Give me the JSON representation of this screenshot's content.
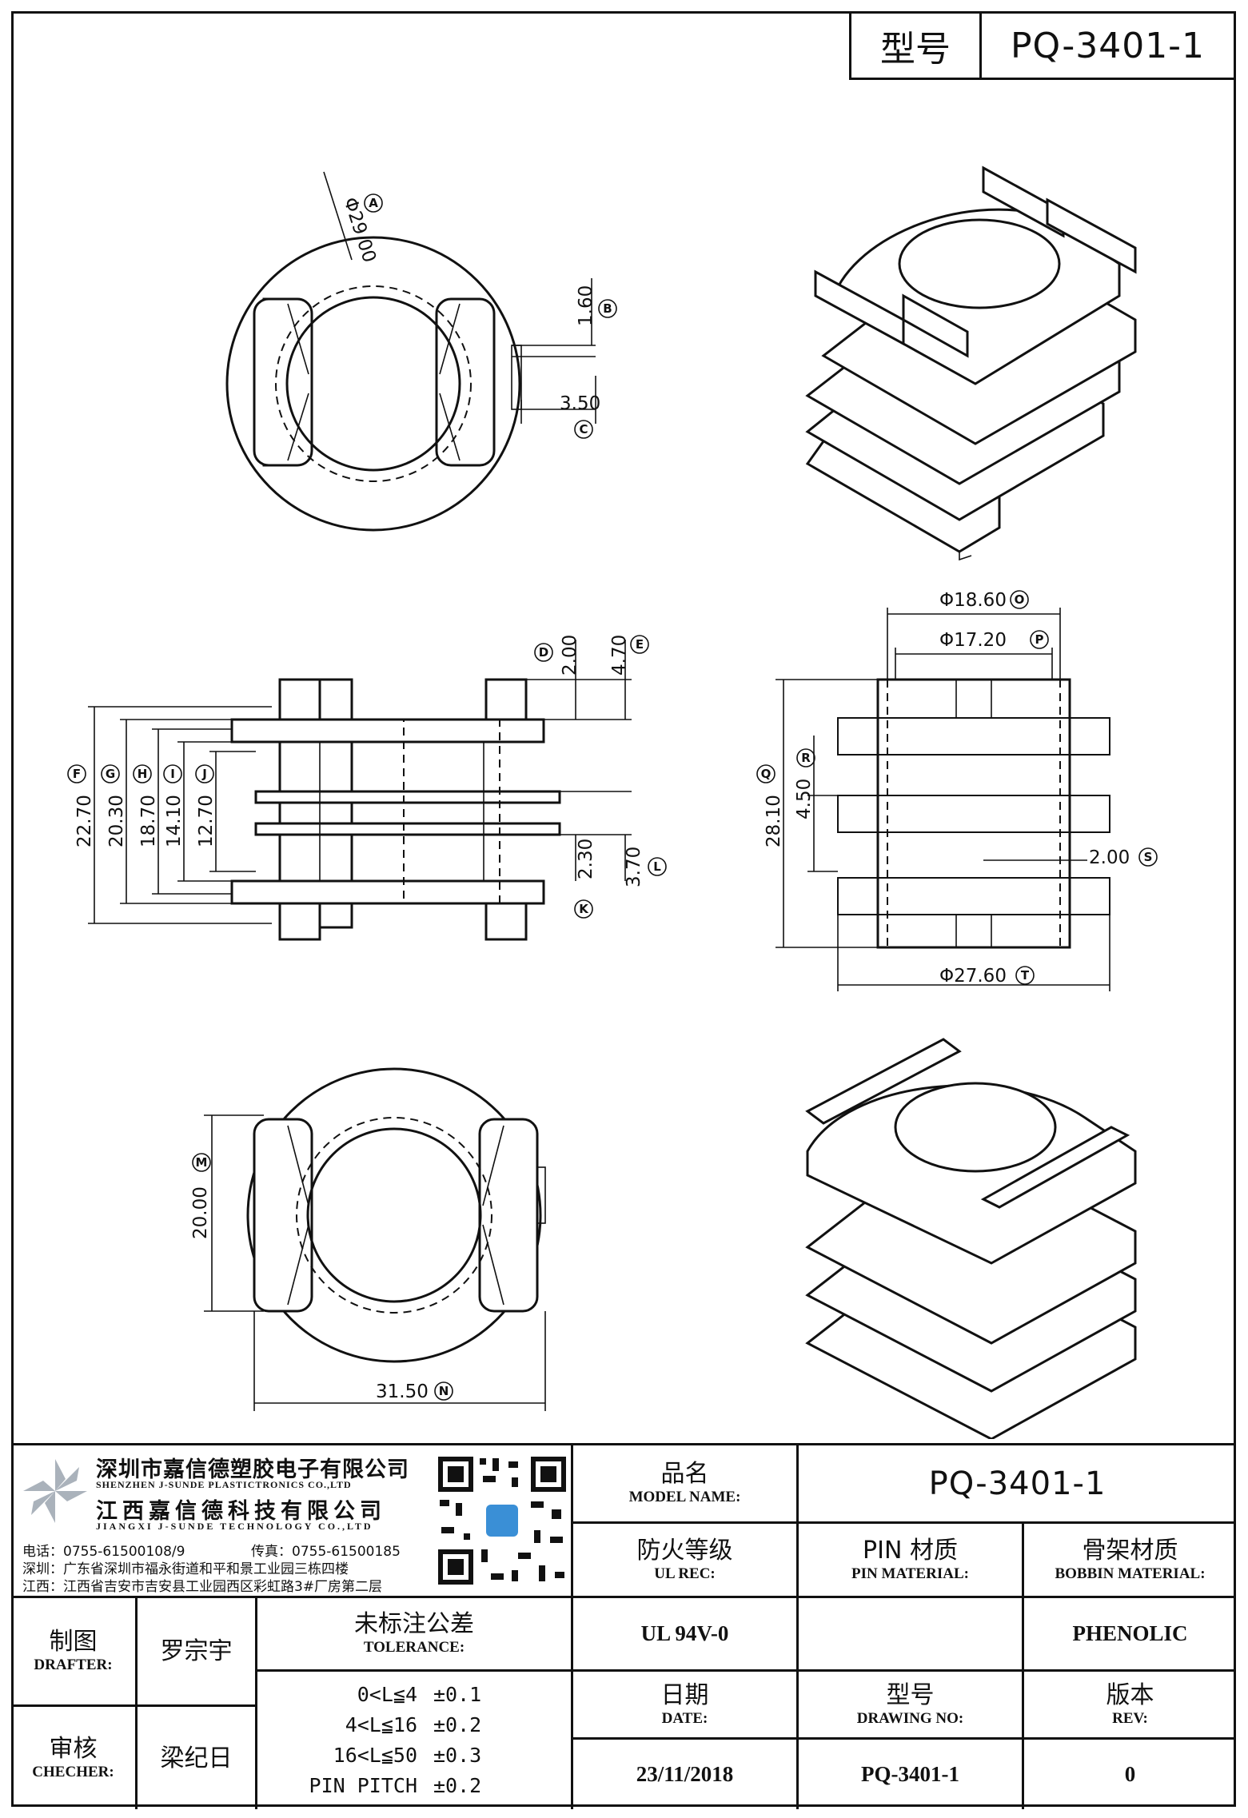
{
  "header": {
    "label": "型号",
    "value": "PQ-3401-1"
  },
  "dims": {
    "A": {
      "text": "Φ29.00",
      "letter": "A"
    },
    "B": {
      "text": "1.60",
      "letter": "B"
    },
    "C": {
      "text": "3.50",
      "letter": "C"
    },
    "D": {
      "text": "2.00",
      "letter": "D"
    },
    "E": {
      "text": "4.70",
      "letter": "E"
    },
    "F": {
      "text": "22.70",
      "letter": "F"
    },
    "G": {
      "text": "20.30",
      "letter": "G"
    },
    "H": {
      "text": "18.70",
      "letter": "H"
    },
    "I": {
      "text": "14.10",
      "letter": "I"
    },
    "J": {
      "text": "12.70",
      "letter": "J"
    },
    "K": {
      "text": "2.30",
      "letter": "K"
    },
    "L": {
      "text": "3.70",
      "letter": "L"
    },
    "M": {
      "text": "20.00",
      "letter": "M"
    },
    "N": {
      "text": "31.50",
      "letter": "N"
    },
    "O": {
      "text": "Φ18.60",
      "letter": "O"
    },
    "P": {
      "text": "Φ17.20",
      "letter": "P"
    },
    "Q": {
      "text": "28.10",
      "letter": "Q"
    },
    "R": {
      "text": "4.50",
      "letter": "R"
    },
    "S": {
      "text": "2.00",
      "letter": "S"
    },
    "T": {
      "text": "Φ27.60",
      "letter": "T"
    }
  },
  "company": {
    "name_sz": "深圳市嘉信德塑胶电子有限公司",
    "name_sz_en": "SHENZHEN J-SUNDE PLASTICTRONICS CO.,LTD",
    "name_jx": "江西嘉信德科技有限公司",
    "name_jx_en": "JIANGXI J-SUNDE TECHNOLOGY CO.,LTD",
    "phone": "电话：0755-61500108/9",
    "fax": "传真：0755-61500185",
    "addr_sz": "深圳：广东省深圳市福永街道和平和景工业园三栋四楼",
    "addr_jx": "江西：江西省吉安市吉安县工业园西区彩虹路3#厂房第二层"
  },
  "titleblock": {
    "model_zh": "品名",
    "model_en": "MODEL NAME:",
    "model_value": "PQ-3401-1",
    "ul_zh": "防火等级",
    "ul_en": "UL REC:",
    "ul_value": "UL 94V-0",
    "pin_zh": "PIN 材质",
    "pin_en": "PIN MATERIAL:",
    "pin_value": "",
    "bobbin_zh": "骨架材质",
    "bobbin_en": "BOBBIN MATERIAL:",
    "bobbin_value": "PHENOLIC",
    "drafter_zh": "制图",
    "drafter_en": "DRAFTER:",
    "drafter_value": "罗宗宇",
    "checker_zh": "审核",
    "checker_en": "CHECHER:",
    "checker_value": "梁纪日",
    "tol_zh": "未标注公差",
    "tol_en": "TOLERANCE:",
    "tol_rows": [
      {
        "range": "0<L≦4",
        "value": "±0.1"
      },
      {
        "range": "4<L≦16",
        "value": "±0.2"
      },
      {
        "range": "16<L≦50",
        "value": "±0.3"
      },
      {
        "range": "PIN PITCH",
        "value": "±0.2"
      }
    ],
    "date_zh": "日期",
    "date_en": "DATE:",
    "date_value": "23/11/2018",
    "dwg_zh": "型号",
    "dwg_en": "DRAWING NO:",
    "dwg_value": "PQ-3401-1",
    "rev_zh": "版本",
    "rev_en": "REV:",
    "rev_value": "0"
  }
}
